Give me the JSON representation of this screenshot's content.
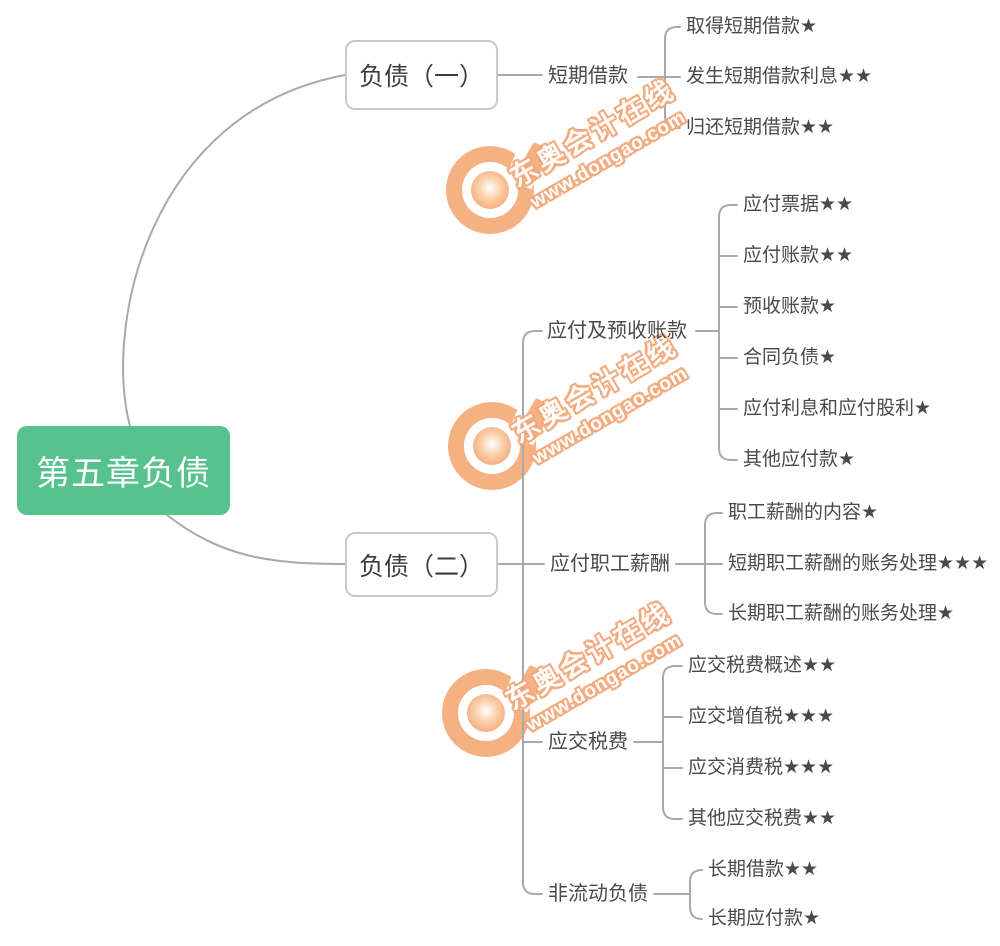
{
  "root": {
    "label": "第五章负债"
  },
  "branches": [
    {
      "label": "负债（一）",
      "topics": [
        {
          "label": "短期借款",
          "children": [
            {
              "label": "取得短期借款★"
            },
            {
              "label": "发生短期借款利息★★"
            },
            {
              "label": "归还短期借款★★"
            }
          ]
        }
      ]
    },
    {
      "label": "负债（二）",
      "topics": [
        {
          "label": "应付及预收账款",
          "children": [
            {
              "label": "应付票据★★"
            },
            {
              "label": "应付账款★★"
            },
            {
              "label": "预收账款★"
            },
            {
              "label": "合同负债★"
            },
            {
              "label": "应付利息和应付股利★"
            },
            {
              "label": "其他应付款★"
            }
          ]
        },
        {
          "label": "应付职工薪酬",
          "children": [
            {
              "label": "职工薪酬的内容★"
            },
            {
              "label": "短期职工薪酬的账务处理★★★"
            },
            {
              "label": "长期职工薪酬的账务处理★"
            }
          ]
        },
        {
          "label": "应交税费",
          "children": [
            {
              "label": "应交税费概述★★"
            },
            {
              "label": "应交增值税★★★"
            },
            {
              "label": "应交消费税★★★"
            },
            {
              "label": "其他应交税费★★"
            }
          ]
        },
        {
          "label": "非流动负债",
          "children": [
            {
              "label": "长期借款★★"
            },
            {
              "label": "长期应付款★"
            }
          ]
        }
      ]
    }
  ],
  "watermark": {
    "brand": "东奥会计在线",
    "url": "www.dongao.com"
  },
  "colors": {
    "root_bg": "#58c28f",
    "node_border": "#c9c9c9",
    "connector": "#a9a9a9",
    "text": "#4a4a4a",
    "watermark_orange": "#f2a87a"
  }
}
